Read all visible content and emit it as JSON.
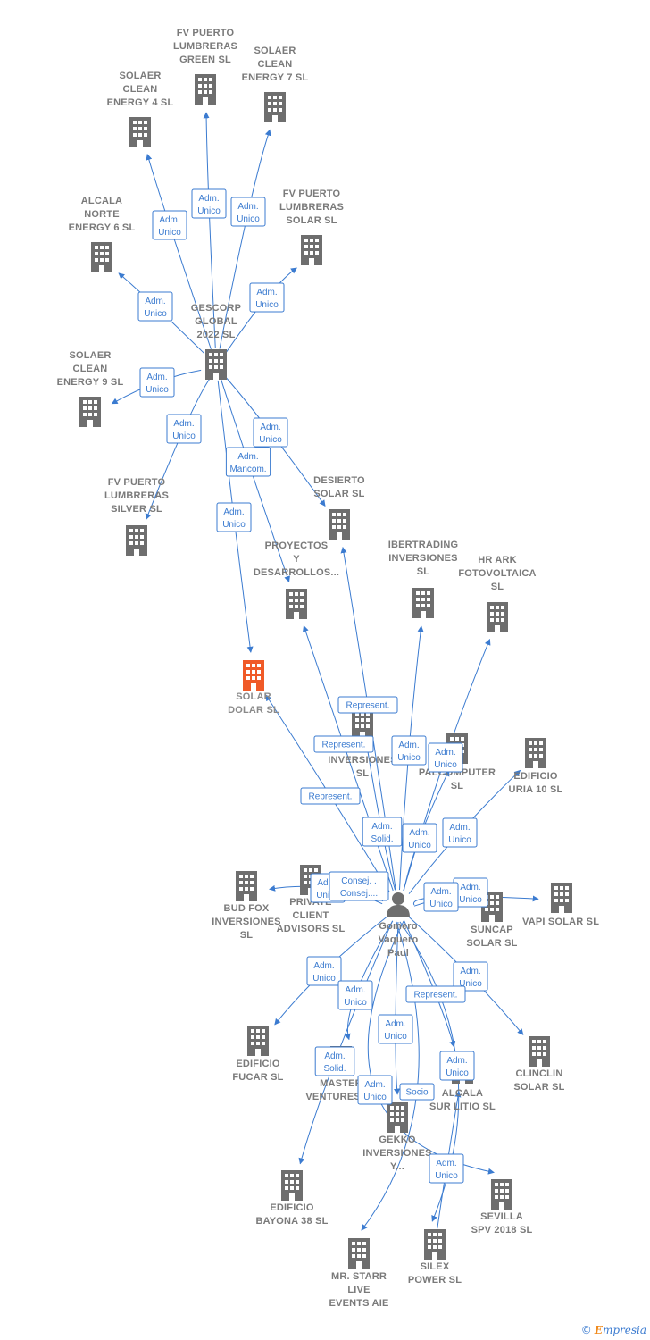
{
  "colors": {
    "edge": "#3b7bd0",
    "building": "#6e6e6e",
    "focus": "#f05a28",
    "label": "#7a7a7a"
  },
  "nodes": [
    {
      "id": "fvpl_green",
      "lines": [
        "FV PUERTO",
        "LUMBRERAS",
        "GREEN  SL"
      ],
      "icon": "building-icon"
    },
    {
      "id": "solaer7",
      "lines": [
        "SOLAER",
        "CLEAN",
        "ENERGY 7  SL"
      ],
      "icon": "building-icon"
    },
    {
      "id": "solaer4",
      "lines": [
        "SOLAER",
        "CLEAN",
        "ENERGY 4  SL"
      ],
      "icon": "building-icon"
    },
    {
      "id": "alcala6",
      "lines": [
        "ALCALA",
        "NORTE",
        "ENERGY 6  SL"
      ],
      "icon": "building-icon"
    },
    {
      "id": "fvpl_solar",
      "lines": [
        "FV PUERTO",
        "LUMBRERAS",
        "SOLAR  SL"
      ],
      "icon": "building-icon"
    },
    {
      "id": "gescorp",
      "lines": [
        "GESCORP",
        "GLOBAL",
        "2022  SL"
      ],
      "icon": "building-icon"
    },
    {
      "id": "solaer9",
      "lines": [
        "SOLAER",
        "CLEAN",
        "ENERGY 9  SL"
      ],
      "icon": "building-icon"
    },
    {
      "id": "fvpl_silver",
      "lines": [
        "FV PUERTO",
        "LUMBRERAS",
        "SILVER  SL"
      ],
      "icon": "building-icon"
    },
    {
      "id": "desierto",
      "lines": [
        "DESIERTO",
        "SOLAR  SL"
      ],
      "icon": "building-icon"
    },
    {
      "id": "proyectos",
      "lines": [
        "PROYECTOS",
        "Y",
        "DESARROLLOS..."
      ],
      "icon": "building-icon"
    },
    {
      "id": "ibertrading",
      "lines": [
        "IBERTRADING",
        "INVERSIONES",
        "SL"
      ],
      "icon": "building-icon"
    },
    {
      "id": "hrark",
      "lines": [
        "HR ARK",
        "FOTOVOLTAICA",
        "SL"
      ],
      "icon": "building-icon"
    },
    {
      "id": "solardolar",
      "lines": [
        "SOLAR",
        "DOLAR  SL"
      ],
      "icon": "building-icon",
      "focus": true
    },
    {
      "id": "inversiones",
      "lines": [
        "INVERSIONES",
        "SL"
      ],
      "icon": "building-icon"
    },
    {
      "id": "palcomputer",
      "lines": [
        "PALCOMPUTER",
        "SL"
      ],
      "icon": "building-icon"
    },
    {
      "id": "edificio_uria",
      "lines": [
        "EDIFICIO",
        "URIA 10  SL"
      ],
      "icon": "building-icon"
    },
    {
      "id": "budfox",
      "lines": [
        "BUD FOX",
        "INVERSIONES",
        "SL"
      ],
      "icon": "building-icon"
    },
    {
      "id": "private",
      "lines": [
        "PRIVATE",
        "CLIENT",
        "ADVISORS  SL"
      ],
      "icon": "building-icon"
    },
    {
      "id": "suncap",
      "lines": [
        "SUNCAP",
        "SOLAR  SL"
      ],
      "icon": "building-icon"
    },
    {
      "id": "vapi",
      "lines": [
        "VAPI SOLAR SL"
      ],
      "icon": "building-icon"
    },
    {
      "id": "person",
      "lines": [
        "Gomero",
        "Vaquero",
        "Paul"
      ],
      "icon": "person-icon"
    },
    {
      "id": "fucar",
      "lines": [
        "EDIFICIO",
        "FUCAR  SL"
      ],
      "icon": "building-icon"
    },
    {
      "id": "clinclin",
      "lines": [
        "CLINCLIN",
        "SOLAR  SL"
      ],
      "icon": "building-icon"
    },
    {
      "id": "master",
      "lines": [
        "MASTER",
        "VENTURES  SL"
      ],
      "icon": "building-icon"
    },
    {
      "id": "alcala_sur",
      "lines": [
        "ALCALA",
        "SUR LITIO  SL"
      ],
      "icon": "building-icon"
    },
    {
      "id": "gekko",
      "lines": [
        "GEKKO",
        "INVERSIONES",
        "Y..."
      ],
      "icon": "building-icon"
    },
    {
      "id": "bayona",
      "lines": [
        "EDIFICIO",
        "BAYONA 38  SL"
      ],
      "icon": "building-icon"
    },
    {
      "id": "sevilla",
      "lines": [
        "SEVILLA",
        "SPV 2018  SL"
      ],
      "icon": "building-icon"
    },
    {
      "id": "mrstarr",
      "lines": [
        "MR.  STARR",
        "LIVE",
        "EVENTS  AIE"
      ],
      "icon": "building-icon"
    },
    {
      "id": "silex",
      "lines": [
        "SILEX",
        "POWER  SL"
      ],
      "icon": "building-icon"
    }
  ],
  "edges": [
    {
      "from": "gescorp",
      "to": "solaer4",
      "label": [
        "Adm.",
        "Unico"
      ]
    },
    {
      "from": "gescorp",
      "to": "fvpl_green",
      "label": [
        "Adm.",
        "Unico"
      ]
    },
    {
      "from": "gescorp",
      "to": "solaer7",
      "label": [
        "Adm.",
        "Unico"
      ]
    },
    {
      "from": "gescorp",
      "to": "alcala6",
      "label": [
        "Adm.",
        "Unico"
      ]
    },
    {
      "from": "gescorp",
      "to": "fvpl_solar",
      "label": [
        "Adm.",
        "Unico"
      ]
    },
    {
      "from": "gescorp",
      "to": "solaer9",
      "label": [
        "Adm.",
        "Unico"
      ]
    },
    {
      "from": "gescorp",
      "to": "fvpl_silver",
      "label": [
        "Adm.",
        "Unico"
      ]
    },
    {
      "from": "gescorp",
      "to": "desierto",
      "label": [
        "Adm.",
        "Unico"
      ]
    },
    {
      "from": "gescorp",
      "to": "proyectos",
      "label": [
        "Adm.",
        "Mancom."
      ]
    },
    {
      "from": "gescorp",
      "to": "solardolar",
      "label": [
        "Adm.",
        "Unico"
      ]
    },
    {
      "from": "person",
      "to": "desierto",
      "label": [
        "Represent."
      ]
    },
    {
      "from": "person",
      "to": "proyectos",
      "label": [
        "Represent."
      ]
    },
    {
      "from": "person",
      "to": "solardolar",
      "label": [
        "Represent."
      ]
    },
    {
      "from": "person",
      "to": "ibertrading",
      "label": [
        "Adm.",
        "Unico"
      ]
    },
    {
      "from": "person",
      "to": "hrark",
      "label": [
        "Adm.",
        "Unico"
      ]
    },
    {
      "from": "person",
      "to": "inversiones",
      "label": [
        "Adm.",
        "Solid."
      ]
    },
    {
      "from": "person",
      "to": "palcomputer",
      "label": [
        "Adm.",
        "Unico"
      ]
    },
    {
      "from": "person",
      "to": "edificio_uria",
      "label": [
        "Adm.",
        "Unico"
      ]
    },
    {
      "from": "person",
      "to": "budfox",
      "label": [
        "Adm.",
        "Unico"
      ]
    },
    {
      "from": "person",
      "to": "private",
      "label": [
        "Consej. .",
        "Consej...."
      ]
    },
    {
      "from": "person",
      "to": "suncap",
      "label": [
        "Adm.",
        "Unico"
      ]
    },
    {
      "from": "person",
      "to": "vapi",
      "label": [
        "Adm.",
        "Unico"
      ]
    },
    {
      "from": "person",
      "to": "fucar",
      "label": [
        "Adm.",
        "Unico"
      ]
    },
    {
      "from": "person",
      "to": "clinclin",
      "label": [
        "Adm.",
        "Unico"
      ]
    },
    {
      "from": "person",
      "to": "master",
      "label": [
        "Adm.",
        "Unico"
      ]
    },
    {
      "from": "person",
      "to": "alcala_sur",
      "label": [
        "Represent."
      ]
    },
    {
      "from": "person",
      "to": "gekko",
      "label": [
        "Adm.",
        "Unico"
      ]
    },
    {
      "from": "person",
      "to": "bayona",
      "label": [
        "Adm.",
        "Solid."
      ]
    },
    {
      "from": "person",
      "to": "sevilla",
      "label": [
        "Adm.",
        "Unico"
      ]
    },
    {
      "from": "person",
      "to": "mrstarr",
      "label": [
        "Socio"
      ]
    },
    {
      "from": "person",
      "to": "silex",
      "label": [
        "Adm.",
        "Unico"
      ]
    },
    {
      "from": "silex",
      "to": "alcala_sur",
      "label": [
        "Adm.",
        "Unico"
      ]
    }
  ],
  "footer": {
    "copyright": "©",
    "brand_initial": "E",
    "brand_rest": "mpresia"
  }
}
